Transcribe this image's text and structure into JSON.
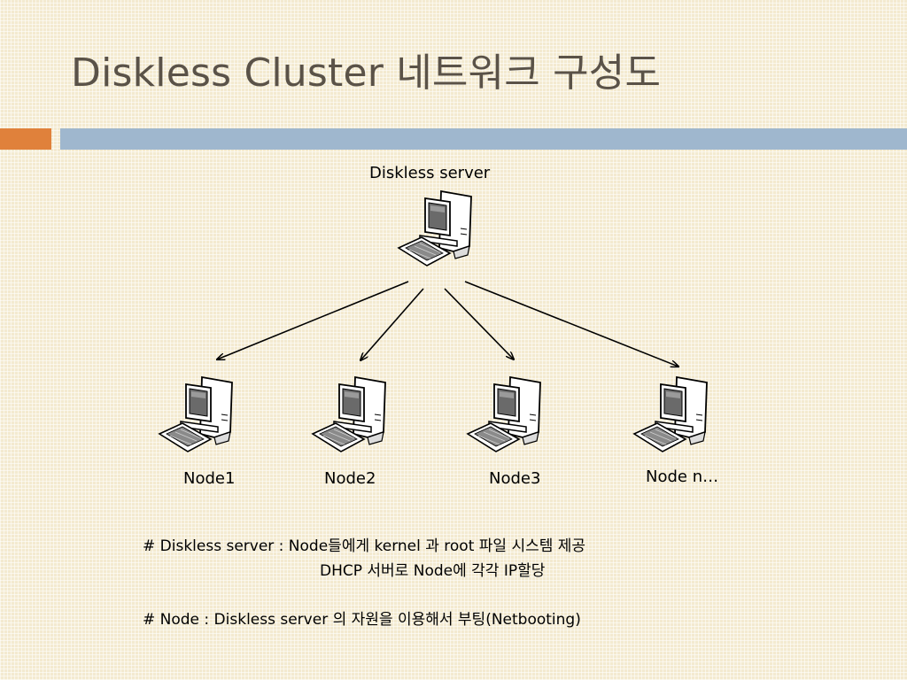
{
  "title": "Diskless Cluster 네트워크 구성도",
  "colors": {
    "title_text": "#5a5248",
    "accent_orange": "#e0813b",
    "accent_blue": "#9fb7ce",
    "background": "#f3ead0"
  },
  "diagram": {
    "server": {
      "label": "Diskless server",
      "icon": "computer-icon"
    },
    "nodes": [
      {
        "label": "Node1",
        "icon": "computer-icon"
      },
      {
        "label": "Node2",
        "icon": "computer-icon"
      },
      {
        "label": "Node3",
        "icon": "computer-icon"
      },
      {
        "label": "Node n…",
        "icon": "computer-icon"
      }
    ]
  },
  "notes": {
    "line1": "# Diskless server :   Node들에게   kernel 과 root 파일 시스템 제공",
    "line2": "DHCP 서버로 Node에 각각 IP할당",
    "line3": "# Node :  Diskless server 의 자원을 이용해서 부팅(Netbooting)"
  }
}
